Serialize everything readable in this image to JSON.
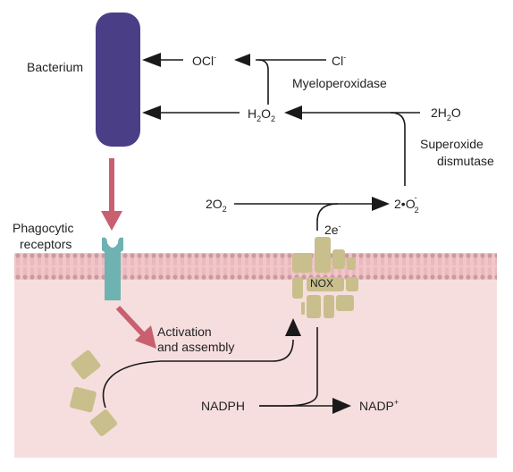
{
  "colors": {
    "bacterium": "#4a3e87",
    "membrane_band": "#f2c6c8",
    "membrane_head": "#c99aa0",
    "cytoplasm": "#f7dede",
    "receptor": "#6fb2b2",
    "signal_arrow": "#c86070",
    "protein_subunit": "#c9bf8c",
    "line": "#1a1a1a"
  },
  "labels": {
    "bacterium": "Bacterium",
    "ocl_base": "OCl",
    "ocl_sup": "-",
    "cl_base": "Cl",
    "cl_sup": "-",
    "myeloperoxidase": "Myeloperoxidase",
    "h2o2_h": "H",
    "h2o2_2a": "2",
    "h2o2_o": "O",
    "h2o2_2b": "2",
    "water_2h": "2H",
    "water_2": "2",
    "water_o": "O",
    "superoxide_line1": "Superoxide",
    "superoxide_line2": "dismutase",
    "o2_coef": "2O",
    "o2_sub": "2",
    "sup_prefix": "2•O",
    "sup_sub": "2",
    "sup_charge": "-",
    "electron": "2e",
    "electron_sup": "-",
    "phagocytic_line1": "Phagocytic",
    "phagocytic_line2": "receptors",
    "nox": "NOX",
    "activation_line1": "Activation",
    "activation_line2": "and assembly",
    "nadph": "NADPH",
    "nadp_base": "NADP",
    "nadp_sup": "+"
  }
}
